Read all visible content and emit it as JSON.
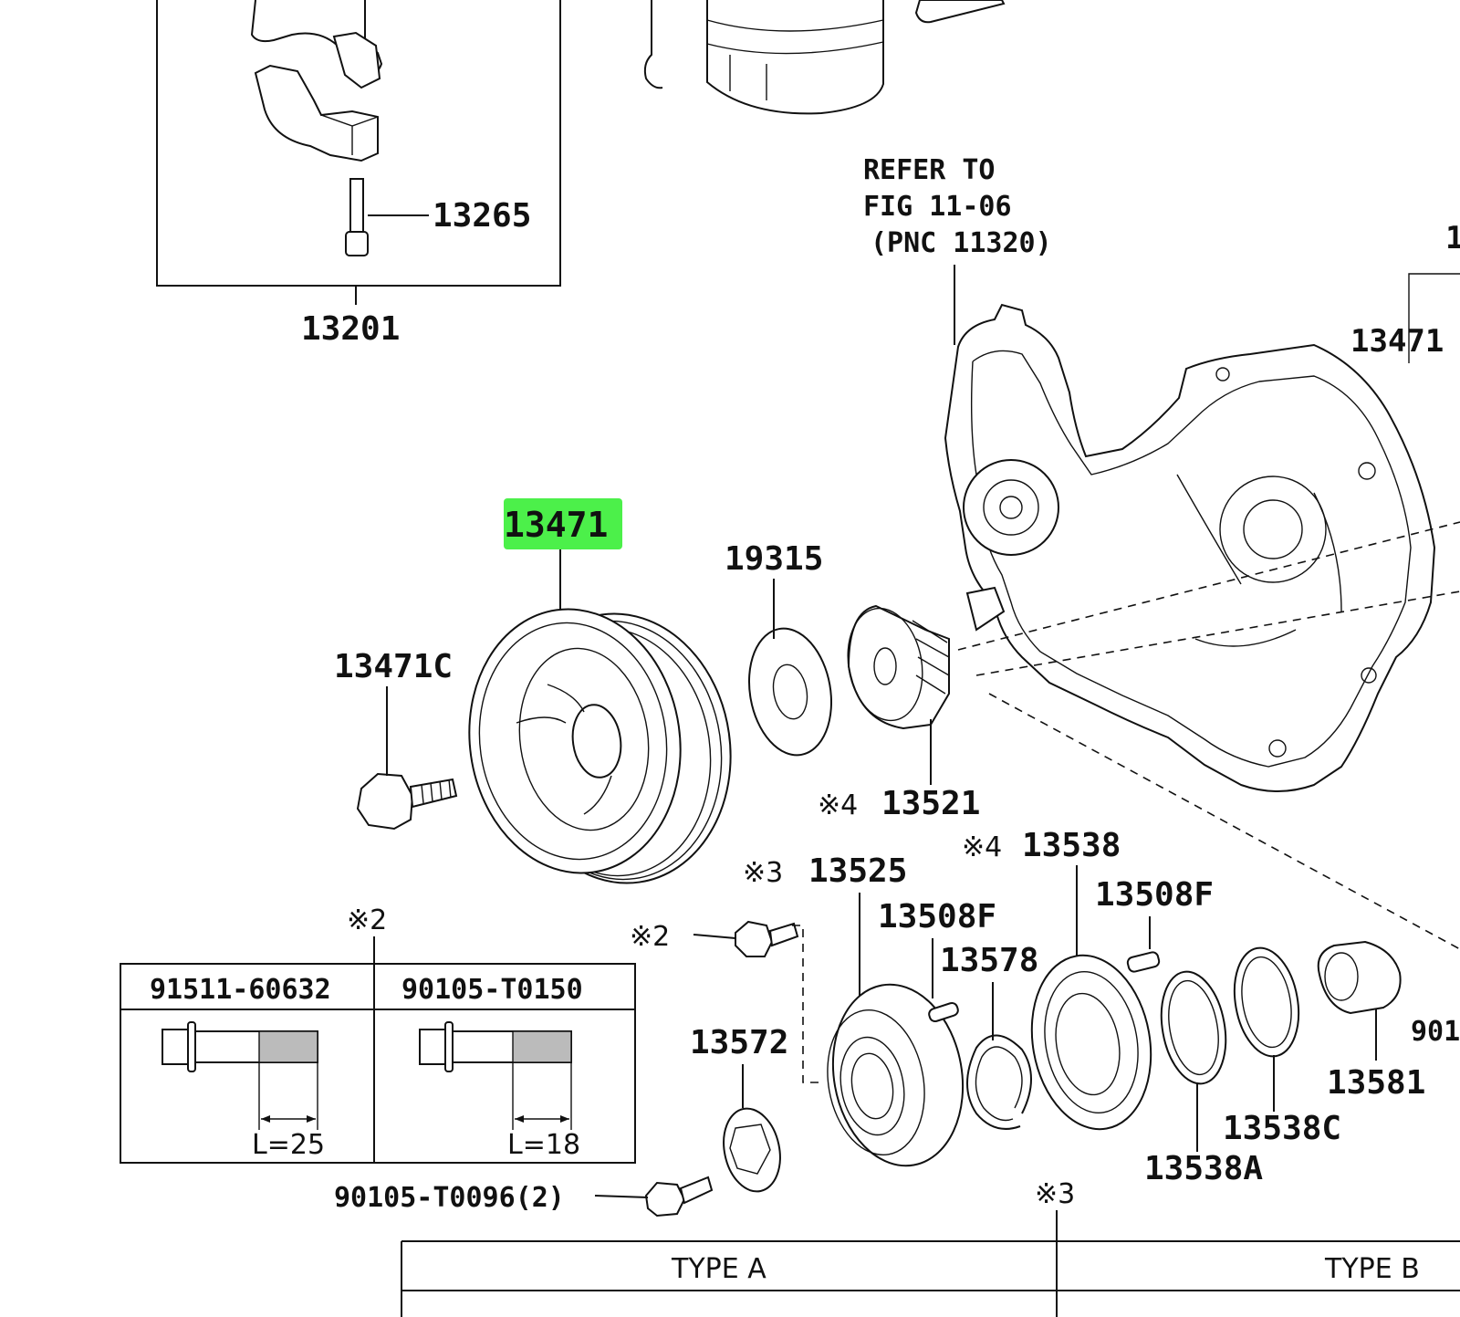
{
  "labels": {
    "p13265": "13265",
    "p13201": "13201",
    "refer_line1": "REFER TO",
    "refer_line2": "FIG 11-06",
    "refer_line3": "(PNC 11320)",
    "p13471_right": "13471",
    "p13471_highlight": "13471",
    "p19315": "19315",
    "p13471C": "13471C",
    "mark4_13521": "※4",
    "p13521": "13521",
    "mark3_13525": "※3",
    "p13525": "13525",
    "mark4_13538": "※4",
    "p13538": "13538",
    "p13508F_a": "13508F",
    "p13508F_b": "13508F",
    "p13578": "13578",
    "mark2_bolt": "※2",
    "p13572": "13572",
    "p13581": "13581",
    "p13538C": "13538C",
    "p13538A": "13538A",
    "p901_partial": "901",
    "mark2_table": "※2",
    "mark3_bottom": "※3",
    "bolt_ref_bottom": "90105-T0096(2)"
  },
  "bolt_table": {
    "col1_part": "91511-60632",
    "col1_length": "L=25",
    "col2_part": "90105-T0150",
    "col2_length": "L=18"
  },
  "type_table": {
    "col1": "TYPE A",
    "col2": "TYPE B"
  },
  "colors": {
    "highlight": "#4cf04a",
    "ink": "#111111",
    "background": "#ffffff"
  }
}
